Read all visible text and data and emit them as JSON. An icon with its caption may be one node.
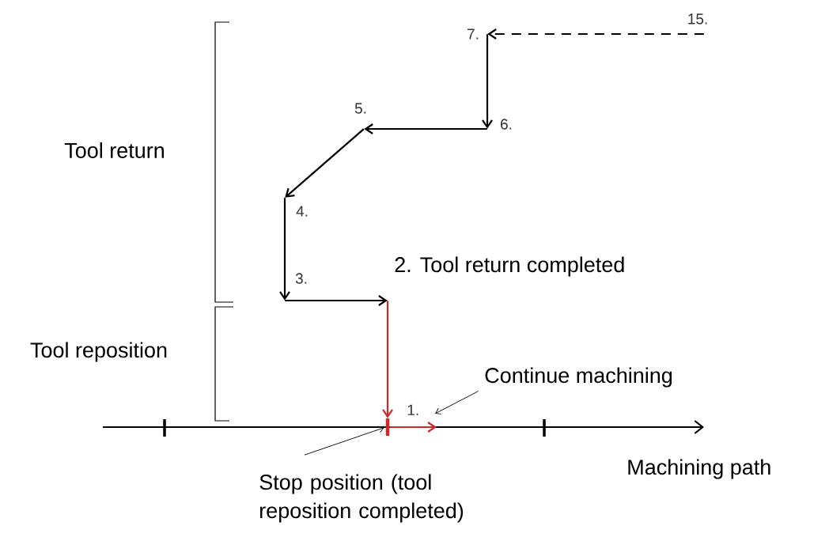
{
  "diagram": {
    "nodes": [
      {
        "text": [],
        "shape": "point",
        "beside": [
          "15."
        ]
      },
      {
        "text": [],
        "shape": "point",
        "beside": [
          "7."
        ]
      },
      {
        "text": [],
        "shape": "point",
        "beside": [
          "6."
        ]
      },
      {
        "text": [],
        "shape": "point",
        "beside": [
          "5."
        ]
      },
      {
        "text": [],
        "shape": "point",
        "beside": [
          "4."
        ]
      },
      {
        "text": [],
        "shape": "point",
        "beside": [
          "3."
        ]
      },
      {
        "text": [],
        "shape": "point",
        "beside": [
          "2. Tool return completed"
        ]
      },
      {
        "text": [],
        "shape": "bar"
      },
      {
        "text": [
          "Continue machining"
        ]
      },
      {
        "text": [
          "Stop position (tool reposition completed)"
        ]
      }
    ],
    "edges": [
      {
        "from": 0,
        "to": 1,
        "arrow": "to",
        "style": "dashed"
      },
      {
        "from": 1,
        "to": 2,
        "arrow": "to"
      },
      {
        "from": 2,
        "to": 3,
        "arrow": "to"
      },
      {
        "from": 3,
        "to": 4,
        "arrow": "to"
      },
      {
        "from": 4,
        "to": 5,
        "arrow": "to"
      },
      {
        "from": 5,
        "to": 6,
        "arrow": "to"
      },
      {
        "from": 6,
        "to": 7,
        "arrow": "to",
        "color": "#cc2a2a"
      },
      {
        "from": 7,
        "to": null,
        "arrow": "to",
        "color": "#cc2a2a",
        "label": "1."
      },
      {
        "from": 8,
        "to": null,
        "arrow": "to"
      },
      {
        "from": 9,
        "to": 7,
        "arrow": "to"
      }
    ],
    "labels": [
      "Tool return",
      "Tool reposition",
      "Machining path"
    ]
  }
}
